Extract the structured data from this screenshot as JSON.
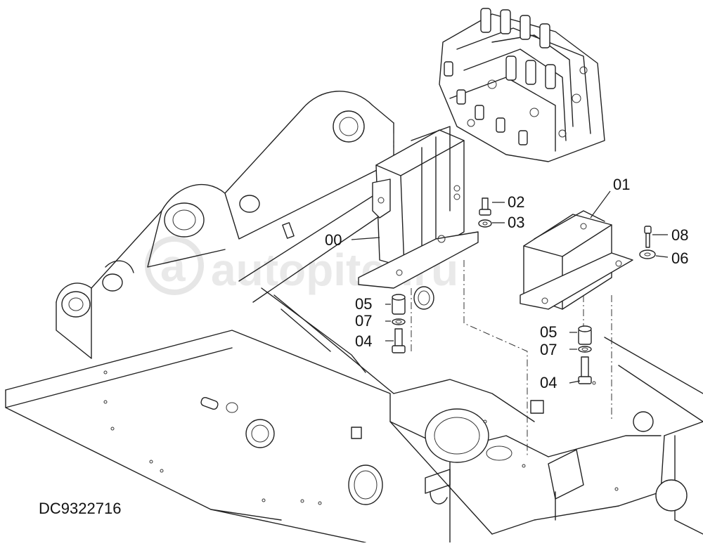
{
  "drawing_code": "DC9322716",
  "watermark": "autopiter.ru",
  "callouts": {
    "c00": "00",
    "c01": "01",
    "c02": "02",
    "c03": "03",
    "c04a": "04",
    "c04b": "04",
    "c05a": "05",
    "c05b": "05",
    "c06": "06",
    "c07a": "07",
    "c07b": "07",
    "c08": "08"
  }
}
